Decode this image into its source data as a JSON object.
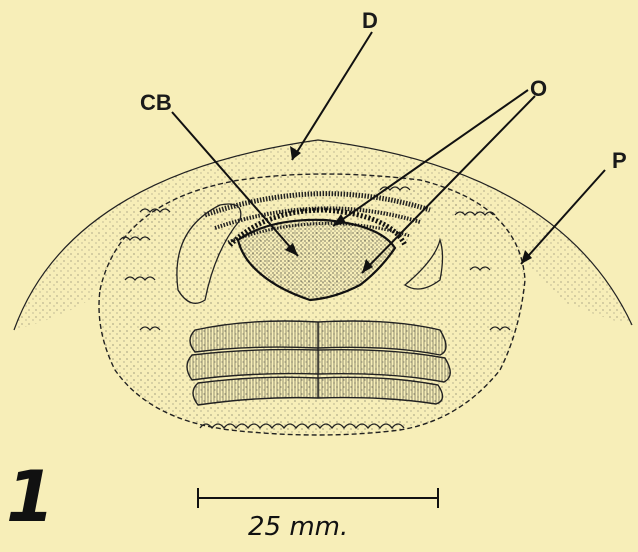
{
  "figure": {
    "number": "1",
    "labels": {
      "d": "D",
      "cb": "CB",
      "o": "O",
      "p": "P"
    },
    "scale_bar": {
      "text": "25 mm."
    }
  },
  "colors": {
    "background": "#f7eeb8",
    "ink": "#1a1a1a"
  }
}
